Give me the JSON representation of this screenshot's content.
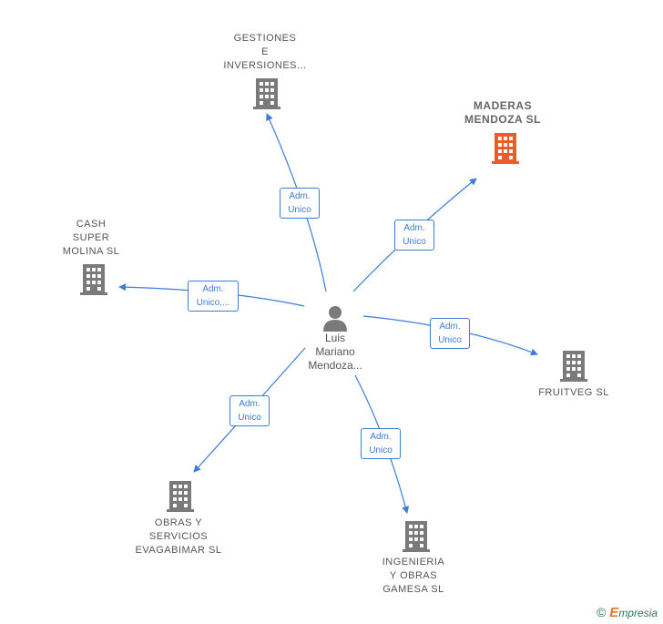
{
  "colors": {
    "edge": "#3b7dd8",
    "building_default": "#7a7a7a",
    "building_highlight": "#ef5a2a",
    "person": "#7a7a7a"
  },
  "person": {
    "label": "Luis\nMariano\nMendoza..."
  },
  "companies": [
    {
      "id": "gestiones",
      "label": "GESTIONES\nE\nINVERSIONES...",
      "highlight": false
    },
    {
      "id": "maderas",
      "label": "MADERAS\nMENDOZA  SL",
      "highlight": true
    },
    {
      "id": "cash",
      "label": "CASH\nSUPER\nMOLINA SL",
      "highlight": false
    },
    {
      "id": "fruitveg",
      "label": "FRUITVEG  SL",
      "highlight": false
    },
    {
      "id": "obras",
      "label": "OBRAS Y\nSERVICIOS\nEVAGABIMAR SL",
      "highlight": false
    },
    {
      "id": "ingenieria",
      "label": "INGENIERIA\nY OBRAS\nGAMESA SL",
      "highlight": false
    }
  ],
  "edges": [
    {
      "to": "gestiones",
      "label": "Adm.\nUnico"
    },
    {
      "to": "maderas",
      "label": "Adm.\nUnico"
    },
    {
      "to": "cash",
      "label": "Adm.\nUnico,..."
    },
    {
      "to": "fruitveg",
      "label": "Adm.\nUnico"
    },
    {
      "to": "obras",
      "label": "Adm.\nUnico"
    },
    {
      "to": "ingenieria",
      "label": "Adm.\nUnico"
    }
  ],
  "footer": {
    "copyright": "©",
    "brand_initial": "E",
    "brand_rest": "mpresia"
  }
}
